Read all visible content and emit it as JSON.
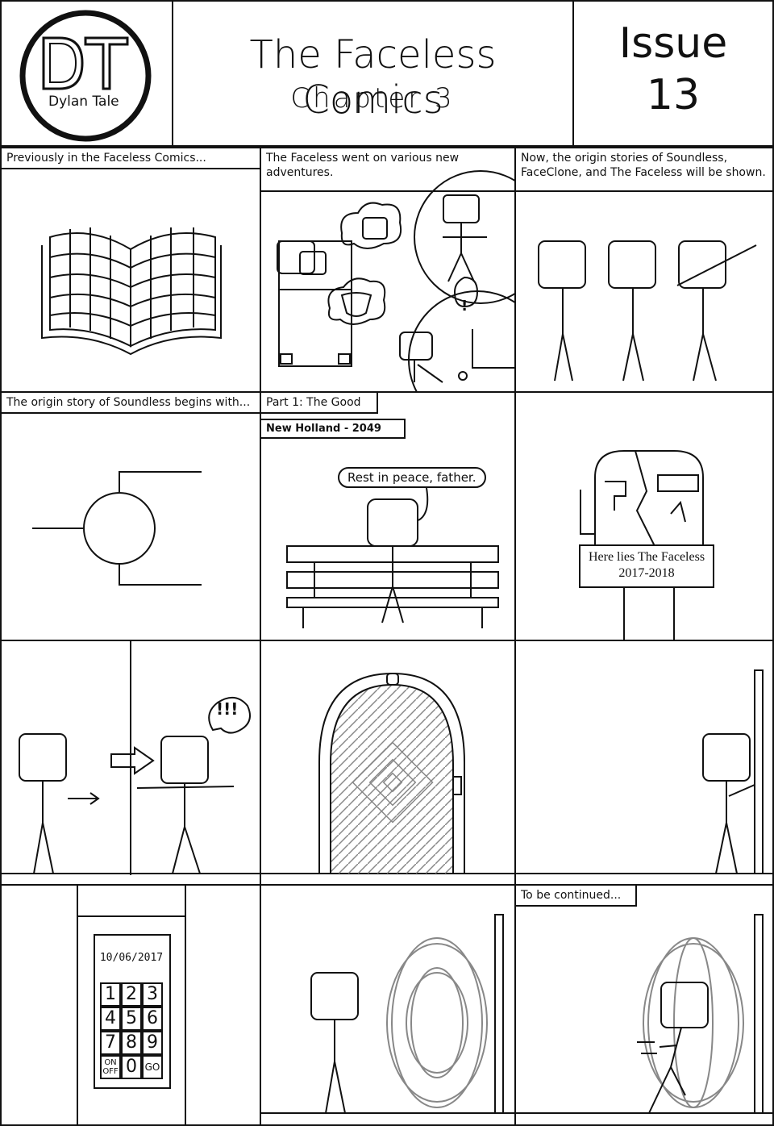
{
  "header": {
    "logo_initials": "DT",
    "logo_name": "Dylan Tale",
    "title": "The Faceless Comics",
    "subtitle": "Chapter 3",
    "issue_label": "Issue",
    "issue_number": "13"
  },
  "row1": {
    "p1_caption": "Previously in the Faceless Comics...",
    "p2_caption": "The Faceless went on various new adventures.",
    "p2_exclaim": "!",
    "p3_caption": "Now, the origin stories of Soundless, FaceClone, and The Faceless will be shown."
  },
  "row2": {
    "p1_caption": "The origin story of Soundless begins with...",
    "p2_caption": "Part 1: The Good",
    "p2_location": "New Holland - 2049",
    "p2_speech": "Rest in peace, father.",
    "p3_tomb_line1": "Here lies The Faceless",
    "p3_tomb_line2": "2017-2018"
  },
  "row3": {
    "p1_exclaim": "!!!"
  },
  "row4": {
    "keypad_display": "10/06/2017",
    "keys": [
      "1",
      "2",
      "3",
      "4",
      "5",
      "6",
      "7",
      "8",
      "9"
    ],
    "key_onoff": "ON OFF",
    "key_zero": "0",
    "key_go": "GO",
    "p3_caption": "To be continued..."
  },
  "colors": {
    "ink": "#111111",
    "portal": "#888888"
  }
}
